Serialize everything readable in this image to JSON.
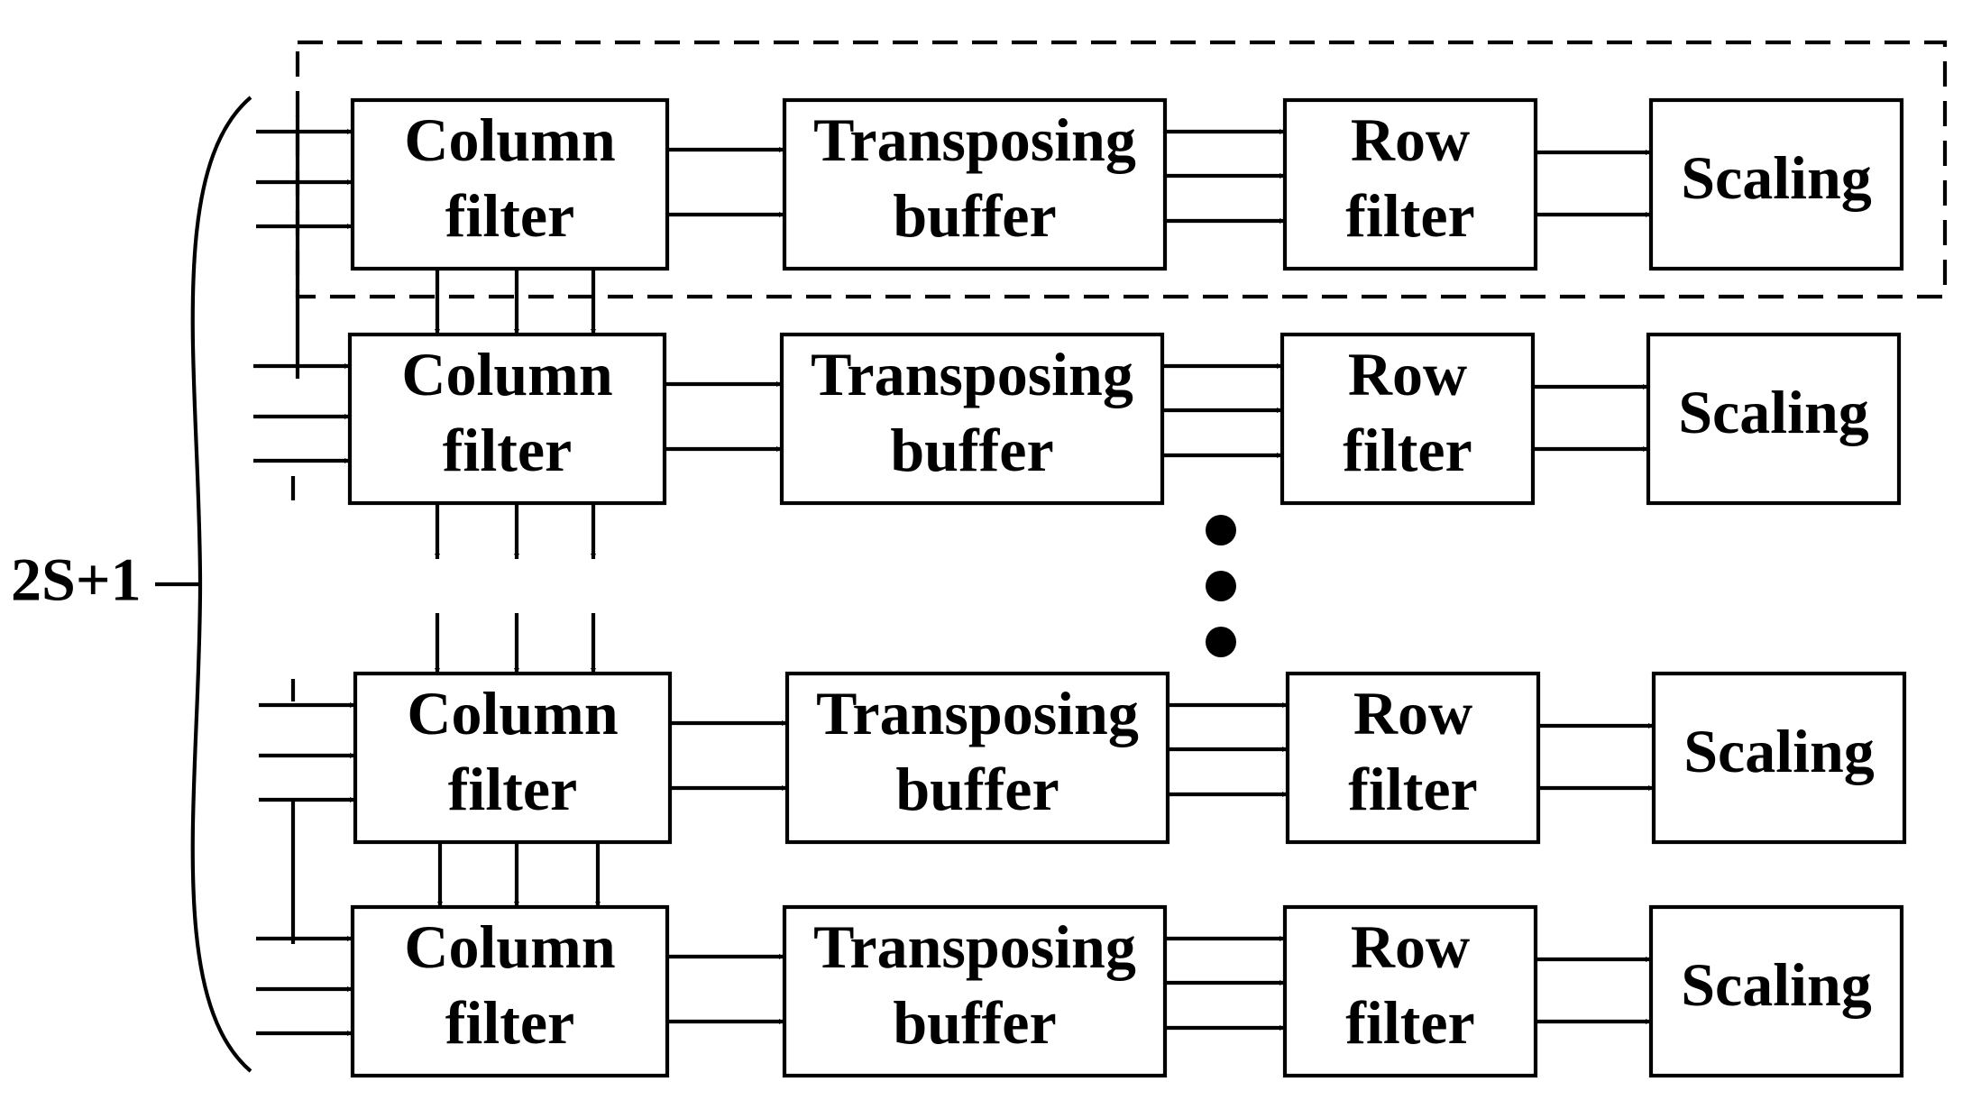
{
  "diagram": {
    "group_label": "2S+1",
    "block_labels": {
      "column_filter": [
        "Column",
        "filter"
      ],
      "transposing_buffer": [
        "Transposing",
        "buffer"
      ],
      "row_filter": [
        "Row",
        "filter"
      ],
      "scaling": [
        "Scaling"
      ]
    },
    "rows_shown": 4,
    "ellipsis": "vertical-dots",
    "highlighted_row": 1,
    "highlight_style": "dashed-box",
    "colors": {
      "line": "#000000",
      "background": "#ffffff"
    }
  }
}
